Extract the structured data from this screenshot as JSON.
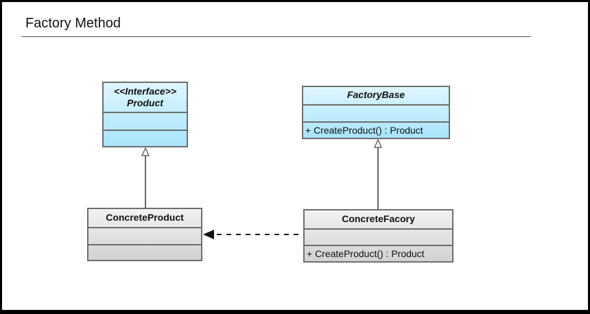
{
  "title": "Factory Method",
  "classes": {
    "product": {
      "stereotype": "<<Interface>>",
      "name": "Product"
    },
    "factory_base": {
      "name": "FactoryBase",
      "operation": "+ CreateProduct() : Product"
    },
    "concrete_product": {
      "name": "ConcreteProduct"
    },
    "concrete_factory": {
      "name": "ConcreteFacory",
      "operation": "+ CreateProduct() : Product"
    }
  },
  "colors": {
    "interface_fill": "#a8e4fb",
    "class_fill": "#d2d2d2",
    "border": "#6e6e6e"
  }
}
